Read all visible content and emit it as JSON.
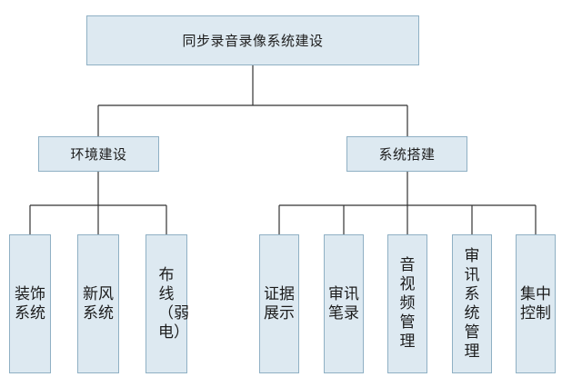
{
  "root": {
    "label": "同步录音录像系统建设"
  },
  "branches": [
    {
      "label": "环境建设",
      "children": [
        "装饰系统",
        "新风系统",
        "布线（弱电）"
      ]
    },
    {
      "label": "系统搭建",
      "children": [
        "证据展示",
        "审讯笔录",
        "音视频管理",
        "审讯系统管理",
        "集中控制"
      ]
    }
  ],
  "colors": {
    "box_fill": "#dde9f1",
    "box_border": "#8fb0c4",
    "line": "#333333"
  }
}
